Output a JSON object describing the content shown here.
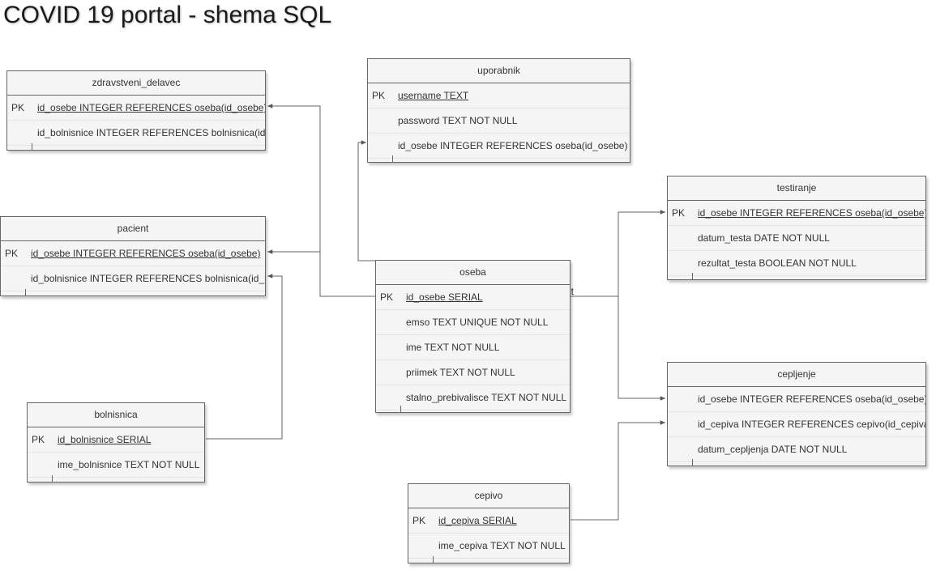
{
  "diagram": {
    "title": "COVID 19 portal - shema SQL"
  },
  "tables": [
    {
      "id": "zdravstveni_delavec",
      "name": "zdravstveni_delavec",
      "rows": [
        {
          "key": "PK",
          "field": "id_osebe INTEGER REFERENCES oseba(id_osebe)",
          "primary": true
        },
        {
          "key": "",
          "field": "id_bolnisnice INTEGER REFERENCES bolnisnica(id_bolnisnice)",
          "primary": false
        }
      ]
    },
    {
      "id": "pacient",
      "name": "pacient",
      "rows": [
        {
          "key": "PK",
          "field": "id_osebe INTEGER REFERENCES oseba(id_osebe)",
          "primary": true
        },
        {
          "key": "",
          "field": "id_bolnisnice INTEGER REFERENCES bolnisnica(id_bolnisnice)",
          "primary": false
        }
      ]
    },
    {
      "id": "bolnisnica",
      "name": "bolnisnica",
      "rows": [
        {
          "key": "PK",
          "field": "id_bolnisnice SERIAL",
          "primary": true
        },
        {
          "key": "",
          "field": "ime_bolnisnice TEXT NOT NULL",
          "primary": false
        }
      ]
    },
    {
      "id": "uporabnik",
      "name": "uporabnik",
      "rows": [
        {
          "key": "PK",
          "field": "username TEXT",
          "primary": true
        },
        {
          "key": "",
          "field": "password TEXT NOT NULL",
          "primary": false
        },
        {
          "key": "",
          "field": "id_osebe INTEGER REFERENCES oseba(id_osebe)",
          "primary": false
        }
      ]
    },
    {
      "id": "oseba",
      "name": "oseba",
      "rows": [
        {
          "key": "PK",
          "field": "id_osebe SERIAL",
          "primary": true
        },
        {
          "key": "",
          "field": "emso TEXT UNIQUE NOT NULL",
          "primary": false
        },
        {
          "key": "",
          "field": "ime TEXT NOT NULL",
          "primary": false
        },
        {
          "key": "",
          "field": "priimek TEXT NOT NULL",
          "primary": false
        },
        {
          "key": "",
          "field": "stalno_prebivalisce TEXT NOT NULL",
          "primary": false
        }
      ]
    },
    {
      "id": "cepivo",
      "name": "cepivo",
      "rows": [
        {
          "key": "PK",
          "field": "id_cepiva SERIAL",
          "primary": true
        },
        {
          "key": "",
          "field": "ime_cepiva TEXT NOT NULL",
          "primary": false
        }
      ]
    },
    {
      "id": "testiranje",
      "name": "testiranje",
      "rows": [
        {
          "key": "PK",
          "field": "id_osebe INTEGER REFERENCES oseba(id_osebe)",
          "primary": true
        },
        {
          "key": "",
          "field": "datum_testa DATE NOT NULL",
          "primary": false
        },
        {
          "key": "",
          "field": "rezultat_testa BOOLEAN NOT NULL",
          "primary": false
        }
      ]
    },
    {
      "id": "cepljenje",
      "name": "cepljenje",
      "rows": [
        {
          "key": "",
          "field": "id_osebe INTEGER REFERENCES oseba(id_osebe)",
          "primary": false
        },
        {
          "key": "",
          "field": "id_cepiva INTEGER REFERENCES cepivo(id_cepiva)",
          "primary": false
        },
        {
          "key": "",
          "field": "datum_cepljenja DATE NOT NULL",
          "primary": false
        }
      ]
    }
  ],
  "edge_label": "Text",
  "colors": {
    "line": "#666666",
    "header_fill": "#f5f5f5",
    "text": "#333333"
  }
}
